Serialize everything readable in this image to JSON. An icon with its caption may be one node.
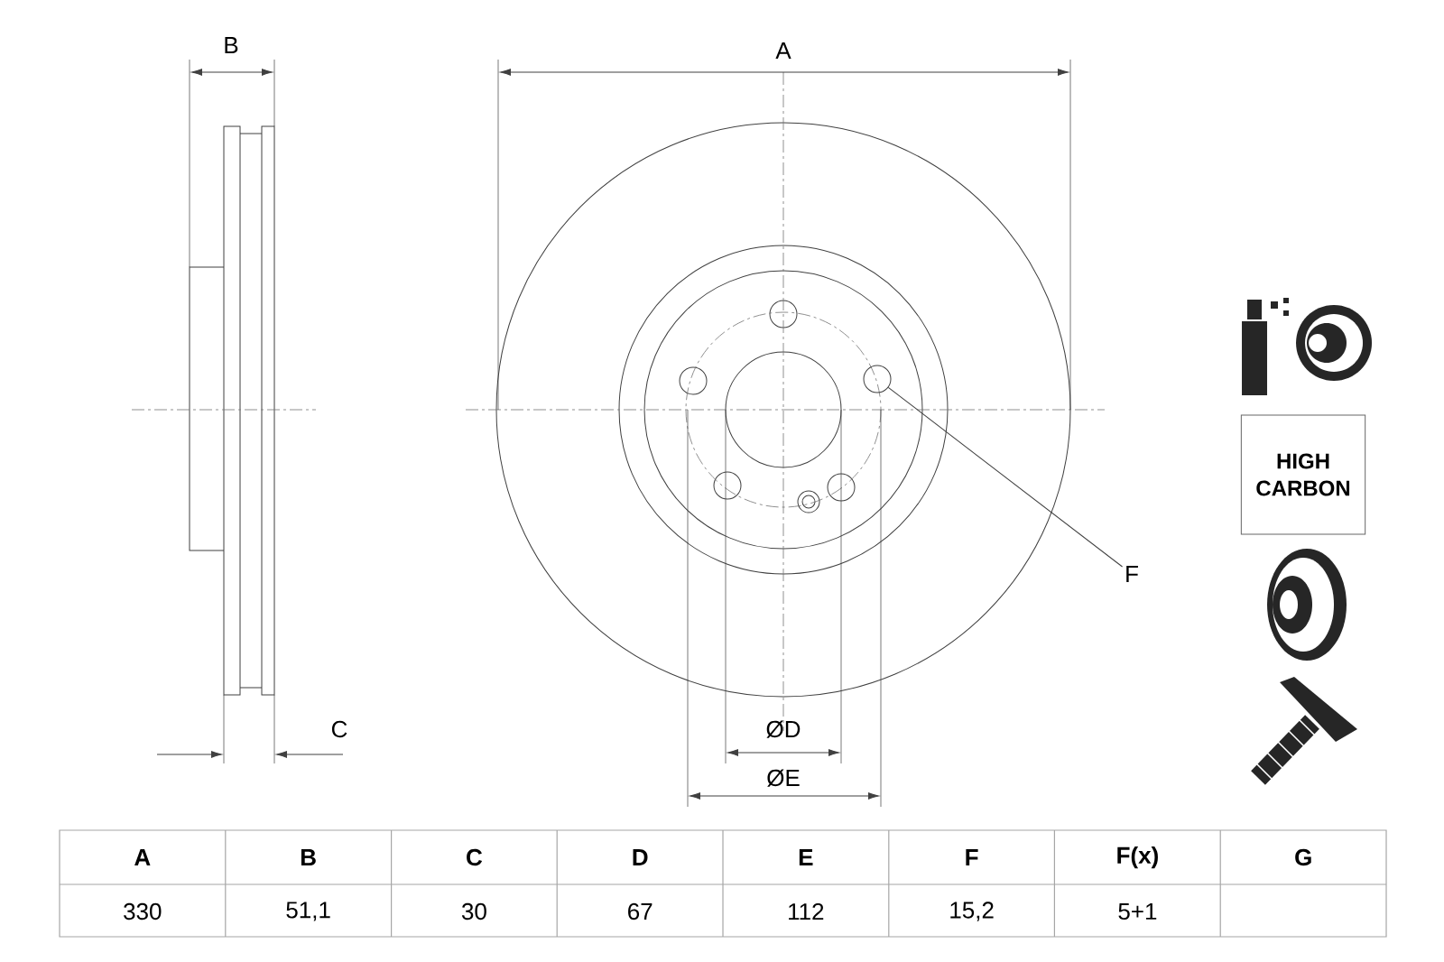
{
  "diagram": {
    "nodes": [
      {
        "text": [
          "F"
        ]
      },
      {
        "text": [],
        "shape": "circle"
      },
      {
        "text": [
          "HIGH CARBON"
        ]
      }
    ],
    "edges": [
      {
        "from": 0,
        "to": 1,
        "arrow": "none"
      }
    ],
    "labels": [
      "B",
      "A",
      "C",
      "ØD",
      "ØE",
      "A",
      "B",
      "C",
      "D",
      "E",
      "F",
      "F(x)",
      "G",
      "330",
      "51,1",
      "30",
      "67",
      "112",
      "15,2",
      "5+1"
    ]
  }
}
